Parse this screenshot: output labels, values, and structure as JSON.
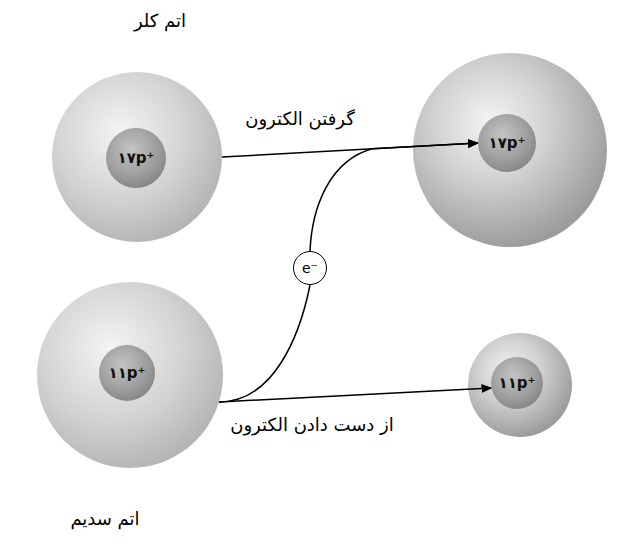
{
  "diagram": {
    "nodes": [
      {
        "text": [
          "اتم کلر"
        ]
      },
      {
        "text": [
          "۱۷p⁺"
        ],
        "in": 0
      },
      {
        "text": [
          "۱۷p⁺"
        ]
      },
      {
        "text": [
          "e⁻"
        ]
      },
      {
        "text": [
          "اتم سدیم"
        ]
      },
      {
        "text": [
          "۱۱p⁺"
        ],
        "in": 4
      },
      {
        "text": [
          "۱۱p⁺"
        ]
      }
    ],
    "edges": [
      {
        "from": 0,
        "to": 2,
        "arrow": "to",
        "label": "گرفتن الکترون"
      },
      {
        "from": 4,
        "to": 6,
        "arrow": "to",
        "label": "از دست دادن الکترون"
      },
      {
        "from": 4,
        "to": 3,
        "arrow": "none"
      },
      {
        "from": 3,
        "to": 2,
        "arrow": "to"
      }
    ]
  }
}
